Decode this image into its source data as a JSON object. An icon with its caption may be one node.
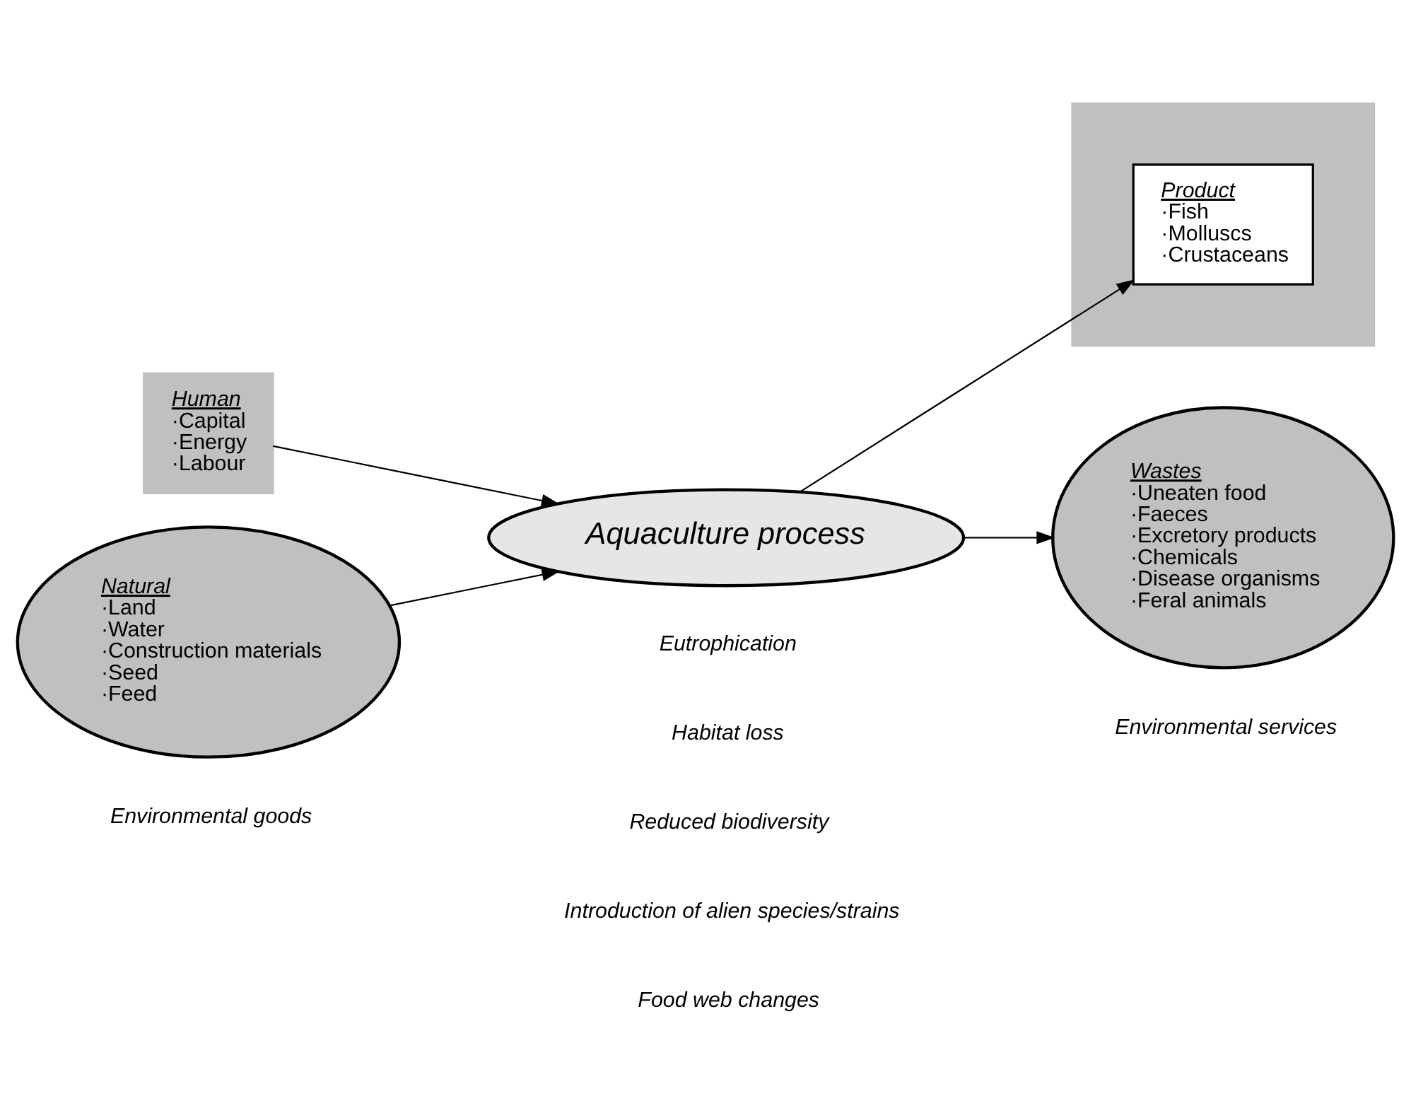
{
  "diagram": {
    "nodes": [
      {
        "text": [
          "Human",
          "·Capital",
          "·Energy",
          "·Labour"
        ]
      },
      {
        "text": [
          "Natural",
          "·Land",
          "·Water",
          "·Construction materials",
          "·Seed",
          "·Feed"
        ]
      },
      {
        "text": [
          "Aquaculture process"
        ]
      },
      {
        "text": [],
        "shape": "box"
      },
      {
        "text": [
          "Product",
          "·Fish",
          "·Molluscs",
          "·Crustaceans"
        ],
        "in": 3
      },
      {
        "text": [
          "Wastes",
          "·Uneaten food",
          "·Faeces",
          "·Excretory products",
          "·Chemicals",
          "·Disease organisms",
          "·Feral animals"
        ]
      }
    ],
    "edges": [
      {
        "from": 0,
        "to": 2,
        "arrow": "to"
      },
      {
        "from": 1,
        "to": 2,
        "arrow": "to"
      },
      {
        "from": 2,
        "to": 4,
        "arrow": "to"
      },
      {
        "from": 2,
        "to": 5,
        "arrow": "to"
      }
    ],
    "labels": [
      "Eutrophication",
      "Habitat loss",
      "Reduced biodiversity",
      "Introduction of alien species/strains",
      "Food web changes",
      "Environmental goods",
      "Environmental services"
    ]
  }
}
